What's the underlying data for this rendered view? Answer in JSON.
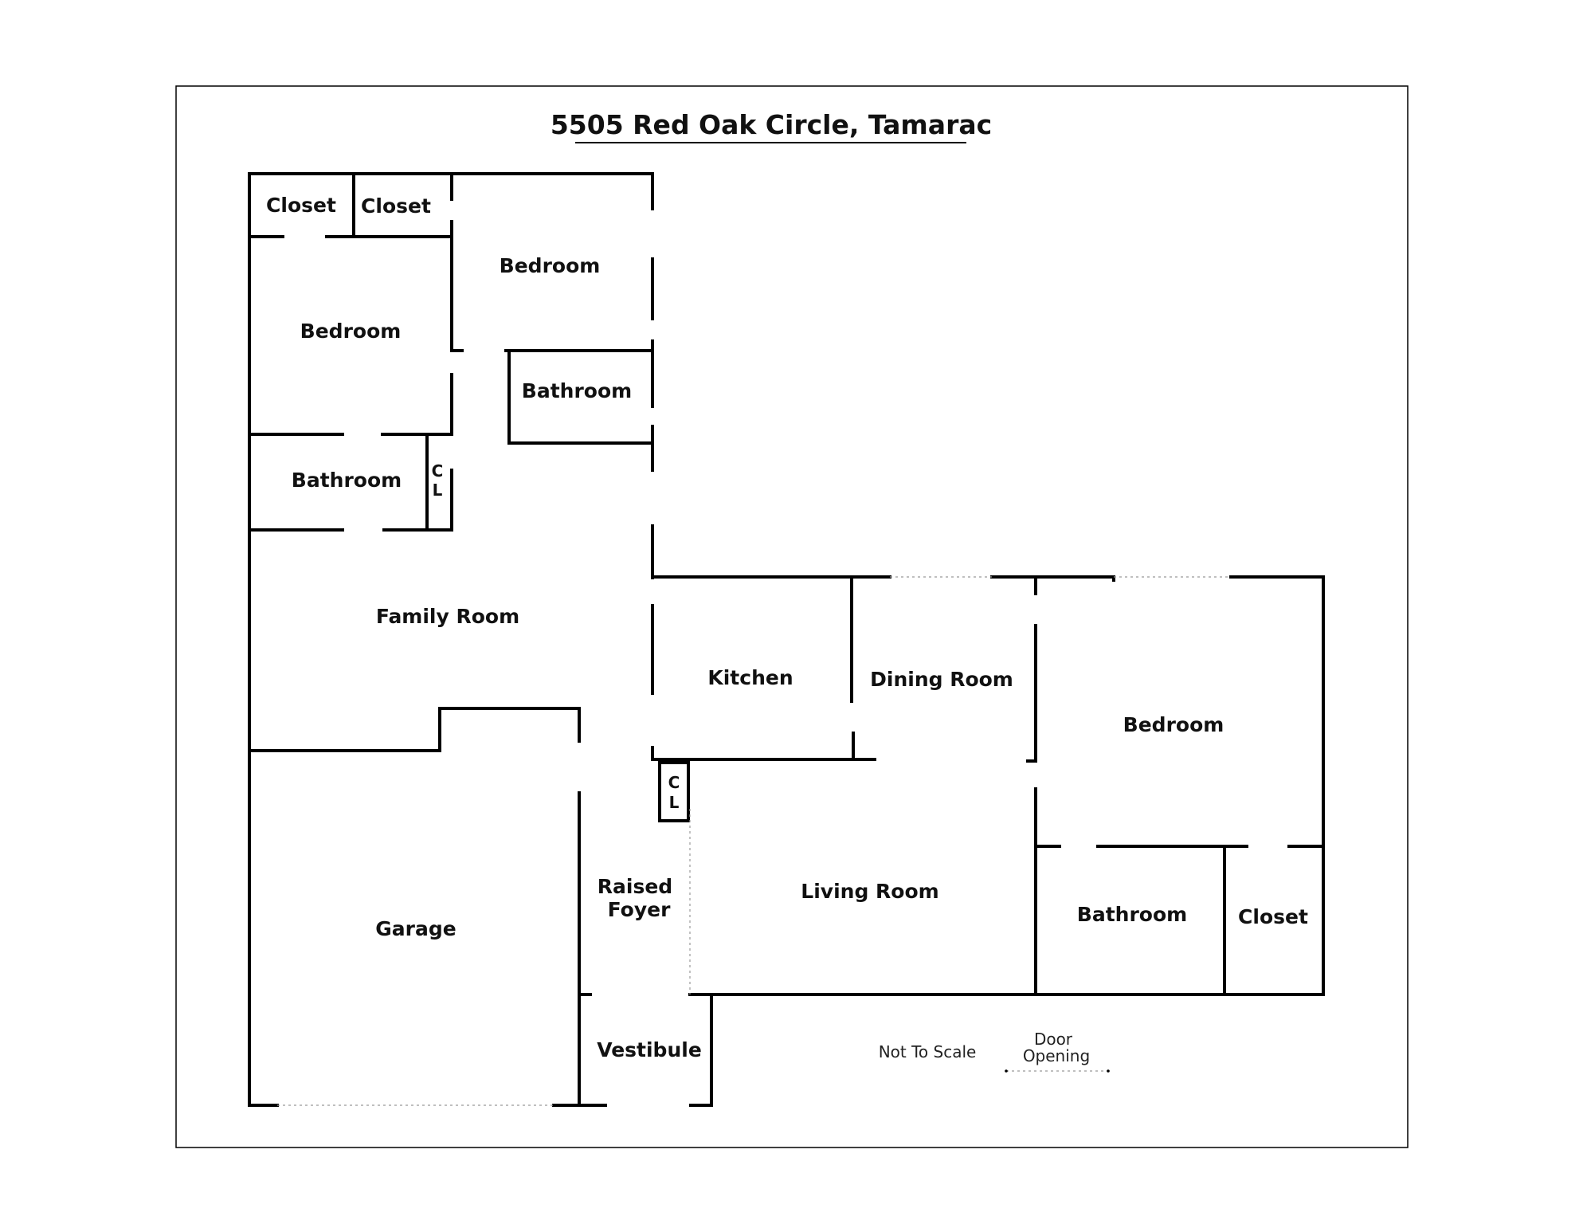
{
  "title": "5505 Red Oak Circle, Tamarac",
  "rooms": {
    "closet_1": "Closet",
    "closet_2": "Closet",
    "bedroom_top": "Bedroom",
    "bedroom_left": "Bedroom",
    "bathroom_upper": "Bathroom",
    "bathroom_left": "Bathroom",
    "cl_1_top": "C",
    "cl_1_bottom": "L",
    "family_room": "Family Room",
    "kitchen": "Kitchen",
    "dining_room": "Dining Room",
    "bedroom_right": "Bedroom",
    "cl_2_top": "C",
    "cl_2_bottom": "L",
    "raised_foyer_line1": "Raised",
    "raised_foyer_line2": "Foyer",
    "living_room": "Living Room",
    "bathroom_right": "Bathroom",
    "closet_right": "Closet",
    "garage": "Garage",
    "vestibule": "Vestibule"
  },
  "legend": {
    "not_to_scale": "Not To Scale",
    "door_opening_line1": "Door",
    "door_opening_line2": "Opening"
  }
}
